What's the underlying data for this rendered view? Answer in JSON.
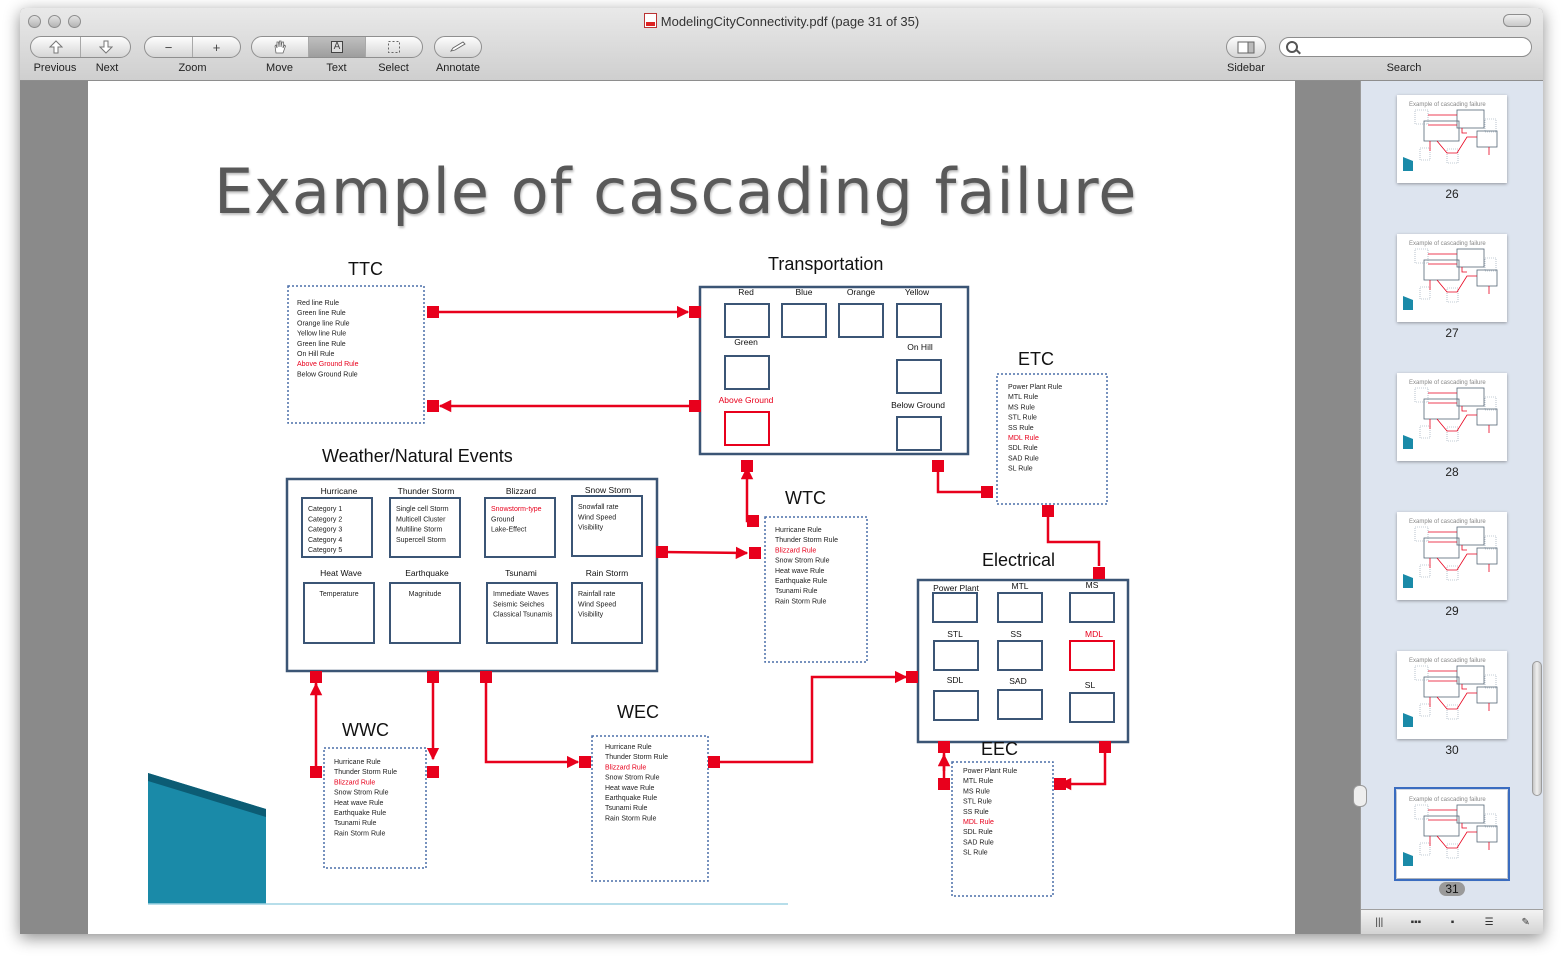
{
  "window": {
    "title": "ModelingCityConnectivity.pdf (page 31 of 35)"
  },
  "toolbar": {
    "previous": "Previous",
    "next": "Next",
    "zoom": "Zoom",
    "move": "Move",
    "text": "Text",
    "select": "Select",
    "annotate": "Annotate",
    "sidebar": "Sidebar",
    "search": "Search",
    "zoom_out_glyph": "−",
    "zoom_in_glyph": "+",
    "text_tool_glyph": "A"
  },
  "search": {
    "value": ""
  },
  "slide": {
    "title": "Example of cascading failure",
    "ttc": {
      "label": "TTC",
      "rules": [
        "Red line Rule",
        "Green line Rule",
        "Orange line Rule",
        "Yellow line Rule",
        "Green line Rule",
        "On Hill Rule",
        "Above Ground Rule",
        "Below Ground Rule"
      ],
      "highlight": "Above Ground Rule"
    },
    "transportation": {
      "label": "Transportation",
      "items": [
        "Red",
        "Blue",
        "Orange",
        "Yellow",
        "Green",
        "On Hill",
        "Above Ground",
        "Below Ground"
      ]
    },
    "etc": {
      "label": "ETC",
      "rules": [
        "Power Plant Rule",
        "MTL Rule",
        "MS Rule",
        "STL Rule",
        "SS Rule",
        "MDL Rule",
        "SDL Rule",
        "SAD Rule",
        "SL Rule"
      ],
      "highlight": "MDL Rule"
    },
    "weather": {
      "label": "Weather/Natural Events",
      "groups": [
        {
          "name": "Hurricane",
          "items": [
            "Category 1",
            "Category 2",
            "Category 3",
            "Category 4",
            "Category 5"
          ]
        },
        {
          "name": "Thunder Storm",
          "items": [
            "Single cell Storm",
            "Multicell Cluster",
            "Multiline Storm",
            "Supercell Storm"
          ]
        },
        {
          "name": "Blizzard",
          "items": [
            "Snowstorm-type",
            "Ground",
            "Lake-Effect"
          ]
        },
        {
          "name": "Snow Storm",
          "items": [
            "Snowfall rate",
            "Wind Speed",
            "Visibility"
          ]
        },
        {
          "name": "Heat Wave",
          "items": [
            "Temperature"
          ]
        },
        {
          "name": "Earthquake",
          "items": [
            "Magnitude"
          ]
        },
        {
          "name": "Tsunami",
          "items": [
            "Immediate Waves",
            "Seismic Seiches",
            "Classical Tsunamis"
          ]
        },
        {
          "name": "Rain Storm",
          "items": [
            "Rainfall rate",
            "Wind Speed",
            "Visibility"
          ]
        }
      ],
      "highlight": "Snowstorm-type"
    },
    "wtc": {
      "label": "WTC",
      "rules": [
        "Hurricane Rule",
        "Thunder Storm Rule",
        "Blizzard Rule",
        "Snow Strom Rule",
        "Heat wave Rule",
        "Earthquake Rule",
        "Tsunami Rule",
        "Rain Storm Rule"
      ],
      "highlight": "Blizzard Rule"
    },
    "electrical": {
      "label": "Electrical",
      "items": [
        "Power Plant",
        "MTL",
        "MS",
        "STL",
        "SS",
        "MDL",
        "SDL",
        "SAD",
        "SL"
      ],
      "highlight": "MDL"
    },
    "wwc": {
      "label": "WWC",
      "rules": [
        "Hurricane Rule",
        "Thunder Storm Rule",
        "Blizzard Rule",
        "Snow Strom Rule",
        "Heat wave Rule",
        "Earthquake Rule",
        "Tsunami Rule",
        "Rain Storm Rule"
      ],
      "highlight": "Blizzard Rule"
    },
    "wec": {
      "label": "WEC",
      "rules": [
        "Hurricane Rule",
        "Thunder Storm Rule",
        "Blizzard Rule",
        "Snow Strom Rule",
        "Heat wave Rule",
        "Earthquake Rule",
        "Tsunami Rule",
        "Rain Storm Rule"
      ],
      "highlight": "Blizzard Rule"
    },
    "eec": {
      "label": "EEC",
      "rules": [
        "Power Plant Rule",
        "MTL Rule",
        "MS Rule",
        "STL Rule",
        "SS Rule",
        "MDL Rule",
        "SDL Rule",
        "SAD Rule",
        "SL Rule"
      ],
      "highlight": "MDL Rule"
    }
  },
  "thumbnails": [
    {
      "page": "26",
      "title": "Example of cascading failure",
      "selected": false
    },
    {
      "page": "27",
      "title": "Example of cascading failure",
      "selected": false
    },
    {
      "page": "28",
      "title": "Example of cascading failure",
      "selected": false
    },
    {
      "page": "29",
      "title": "Example of cascading failure",
      "selected": false
    },
    {
      "page": "30",
      "title": "Example of cascading failure",
      "selected": false
    },
    {
      "page": "31",
      "title": "Example of cascading failure",
      "selected": true
    }
  ],
  "colors": {
    "box_stroke": "#3b5575",
    "connector": "#e8001c",
    "dotted": "#4a6ea9",
    "highlight_text": "#e8001c",
    "teal": "#1a8aa8"
  }
}
